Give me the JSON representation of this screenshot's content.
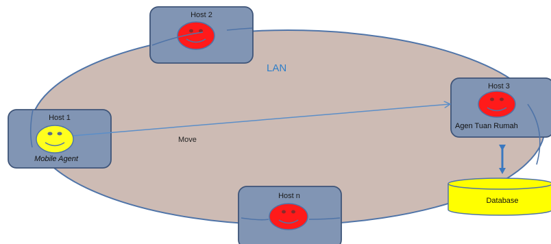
{
  "network": {
    "label": "LAN"
  },
  "hosts": [
    {
      "title": "Host 1",
      "subtitle": "Mobile Agent",
      "face_color": "#ffff1e"
    },
    {
      "title": "Host 2",
      "subtitle": "",
      "face_color": "#ff1a1a"
    },
    {
      "title": "Host 3",
      "subtitle": "Agen Tuan Rumah",
      "face_color": "#ff1a1a"
    },
    {
      "title": "Host n",
      "subtitle": "",
      "face_color": "#ff1a1a"
    }
  ],
  "move": {
    "label": "Move"
  },
  "database": {
    "label": "Database",
    "color": "#ffff00"
  },
  "colors": {
    "lan_fill": "#cdbbb4",
    "lan_stroke": "#4f74a8",
    "host_fill": "#8195b4",
    "host_stroke": "#3e5478",
    "arrow": "#5b8ec8"
  }
}
